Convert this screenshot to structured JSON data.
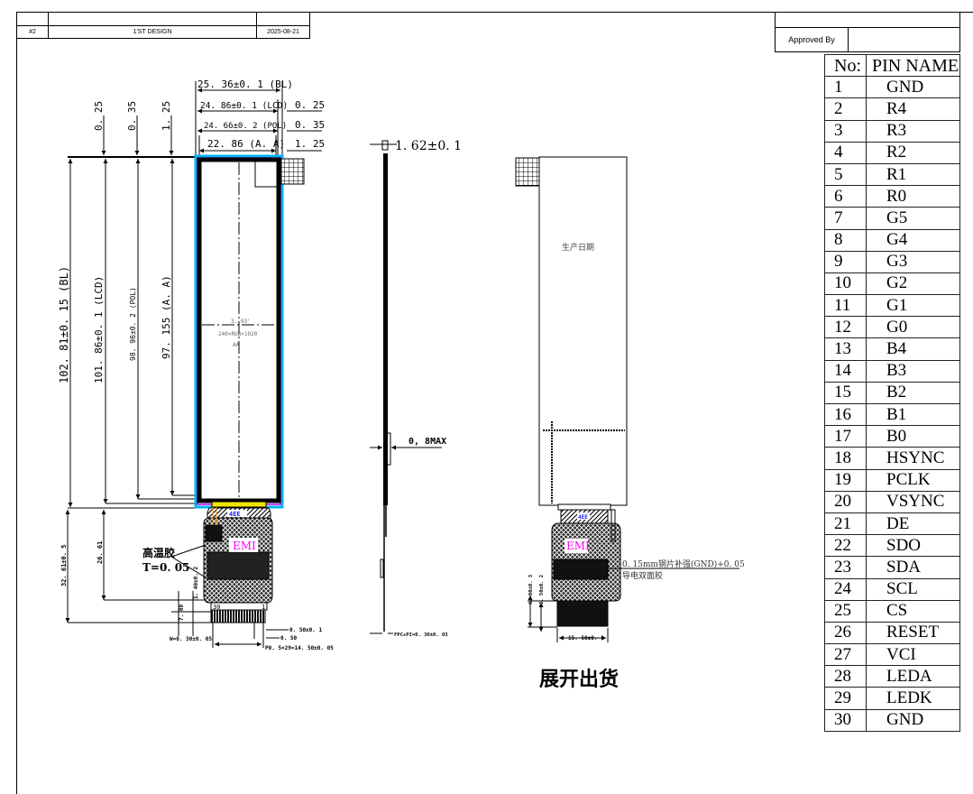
{
  "revision_block": {
    "rev": "#2",
    "description": "1'ST DESIGN",
    "date": "2025-08-21"
  },
  "approval_block": {
    "approved_by_label": "Approved By",
    "approved_by_value": ""
  },
  "front_view": {
    "width_dims": [
      {
        "label": "25. 36±0. 1 (BL)"
      },
      {
        "label": "24. 86±0. 1 (LCD)",
        "offset": "0. 25"
      },
      {
        "label": "24. 66±0. 2 (POL)",
        "offset": "0. 35"
      },
      {
        "label": "22. 86 (A. A)",
        "offset": "1. 25"
      }
    ],
    "top_offsets": [
      "0. 25",
      "0. 35",
      "1. 25"
    ],
    "height_dims": [
      "102. 81±0. 15 (BL)",
      "101. 86±0. 1 (LCD)",
      "98. 96±0. 2 (POL)",
      "97. 155 (A. A)"
    ],
    "center_text": [
      "3. 93'",
      "240×RGB×1020",
      "AA"
    ],
    "fpc_total_height": "32. 61±0. 5",
    "fpc_height": "26. 61",
    "glue_label": "高温胶",
    "glue_thickness": "T=0. 05",
    "stiffener_height": "1. 40±0. 2",
    "contact_length": "7. 00",
    "pin_first": "30",
    "pin_last": "1",
    "emi_label": "EMI",
    "fpc_tag": "4EE",
    "pitch_dim": "0. 50±0. 1",
    "pin_width": "0. 50",
    "trace_width": "W=0. 30±0. 05",
    "pitch_total": "P0. 5×29=14. 50±0. 05"
  },
  "side_view": {
    "thickness": "1. 62±0. 1",
    "fpc_thickness_max": "0, 8MAX",
    "fpc_pi": "FPC+PI=0. 30±0. 03"
  },
  "back_view": {
    "date_label": "生产日期",
    "emi_label": "EMI",
    "fpc_tag": "4EE",
    "stiffener_note_line1": "0. 15mm钢片补强(GND)+0. 05",
    "stiffener_note_line2": "导电双面胶",
    "dim_a": "6. 00±0. 3",
    "dim_b": "3. 50±0. 2",
    "fpc_width": "15. 50±0. 1",
    "caption": "展开出货"
  },
  "pin_table": {
    "headers": {
      "no": "No:",
      "name": "PIN NAME"
    },
    "rows": [
      {
        "no": "1",
        "name": "GND"
      },
      {
        "no": "2",
        "name": "R4"
      },
      {
        "no": "3",
        "name": "R3"
      },
      {
        "no": "4",
        "name": "R2"
      },
      {
        "no": "5",
        "name": "R1"
      },
      {
        "no": "6",
        "name": "R0"
      },
      {
        "no": "7",
        "name": "G5"
      },
      {
        "no": "8",
        "name": "G4"
      },
      {
        "no": "9",
        "name": "G3"
      },
      {
        "no": "10",
        "name": "G2"
      },
      {
        "no": "11",
        "name": "G1"
      },
      {
        "no": "12",
        "name": "G0"
      },
      {
        "no": "13",
        "name": "B4"
      },
      {
        "no": "14",
        "name": "B3"
      },
      {
        "no": "15",
        "name": "B2"
      },
      {
        "no": "16",
        "name": "B1"
      },
      {
        "no": "17",
        "name": "B0"
      },
      {
        "no": "18",
        "name": "HSYNC"
      },
      {
        "no": "19",
        "name": "PCLK"
      },
      {
        "no": "20",
        "name": "VSYNC"
      },
      {
        "no": "21",
        "name": "DE"
      },
      {
        "no": "22",
        "name": "SDO"
      },
      {
        "no": "23",
        "name": "SDA"
      },
      {
        "no": "24",
        "name": "SCL"
      },
      {
        "no": "25",
        "name": "CS"
      },
      {
        "no": "26",
        "name": "RESET"
      },
      {
        "no": "27",
        "name": "VCI"
      },
      {
        "no": "28",
        "name": "LEDA"
      },
      {
        "no": "29",
        "name": "LEDK"
      },
      {
        "no": "30",
        "name": "GND"
      }
    ]
  },
  "colors": {
    "backlight_outline": "#00b4f0",
    "lcd_outline": "#c000ff",
    "emi_text": "#ff00ff",
    "fpc_tag": "#1a1aff",
    "fpc_bond": "#f2e600",
    "lead_wire": "#e0a030"
  }
}
